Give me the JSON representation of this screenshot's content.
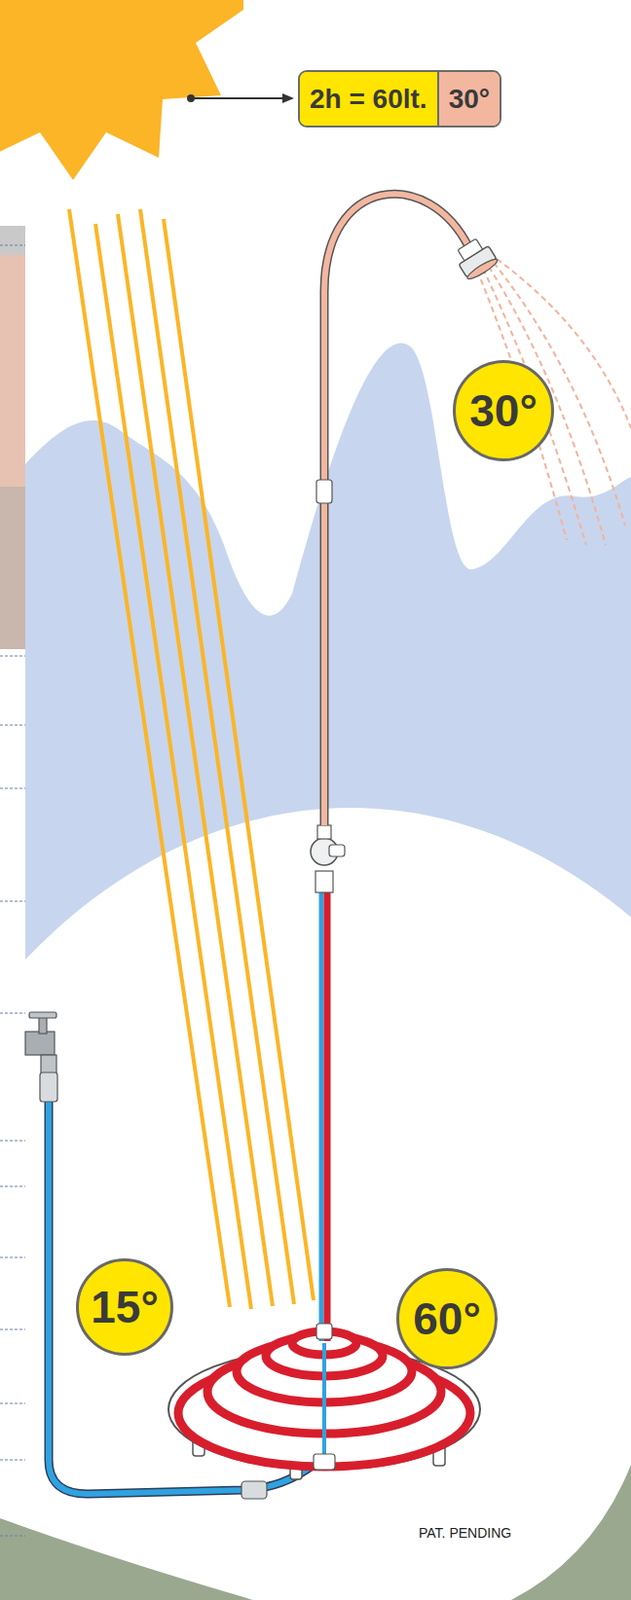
{
  "diagram": {
    "nodes": [
      {
        "text": [
          "2h = 60lt.",
          "30°"
        ]
      },
      {
        "text": [
          "30°"
        ]
      },
      {
        "text": [
          "15°"
        ]
      },
      {
        "text": [
          "60°"
        ]
      }
    ],
    "labels": [
      "PAT. PENDING"
    ]
  }
}
